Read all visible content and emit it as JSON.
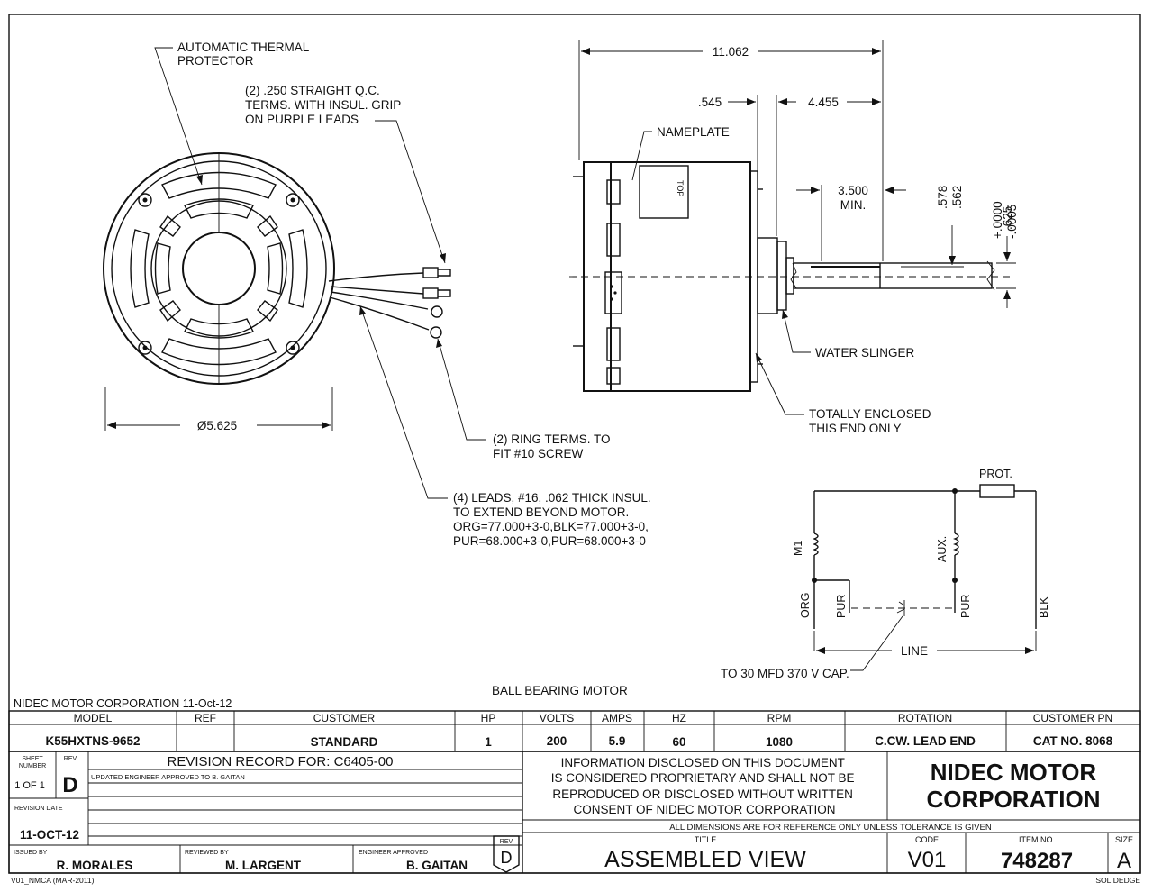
{
  "drawing": {
    "thermal_protector": [
      "AUTOMATIC THERMAL",
      "PROTECTOR"
    ],
    "qc_terms": [
      "(2) .250 STRAIGHT Q.C.",
      "TERMS. WITH INSUL. GRIP",
      "ON PURPLE LEADS"
    ],
    "diameter": "Ø5.625",
    "ring_terms": [
      "(2) RING TERMS. TO",
      "FIT #10 SCREW"
    ],
    "leads": [
      "(4) LEADS, #16, .062 THICK INSUL.",
      "TO EXTEND BEYOND MOTOR.",
      "ORG=77.000+3-0,BLK=77.000+3-0,",
      "PUR=68.000+3-0,PUR=68.000+3-0"
    ],
    "dim_overall": "11.062",
    "dim_545": ".545",
    "dim_4455": "4.455",
    "dim_3500": [
      "3.500",
      "MIN."
    ],
    "dim_578": ".578",
    "dim_562": ".562",
    "dim_shaft": ".625",
    "dim_tol": [
      "+.0000",
      "-.0005"
    ],
    "nameplate": "NAMEPLATE",
    "top_label": "TOP",
    "water_slinger": "WATER SLINGER",
    "totally_enclosed": [
      "TOTALLY ENCLOSED",
      "THIS END ONLY"
    ],
    "ball_bearing": "BALL BEARING MOTOR"
  },
  "schematic": {
    "prot": "PROT.",
    "m1": "M1",
    "aux": "AUX.",
    "org": "ORG",
    "pur1": "PUR",
    "pur2": "PUR",
    "blk": "BLK",
    "line": "LINE",
    "cap": "TO 30 MFD 370 V CAP."
  },
  "title_block": {
    "company_date": "NIDEC MOTOR CORPORATION 11-Oct-12",
    "headers": {
      "model": "MODEL",
      "ref": "REF",
      "customer": "CUSTOMER",
      "hp": "HP",
      "volts": "VOLTS",
      "amps": "AMPS",
      "hz": "HZ",
      "rpm": "RPM",
      "rotation": "ROTATION",
      "customer_pn": "CUSTOMER PN"
    },
    "values": {
      "model": "K55HXTNS-9652",
      "ref": "",
      "customer": "STANDARD",
      "hp": "1",
      "volts": "200",
      "amps": "5.9",
      "hz": "60",
      "rpm": "1080",
      "rotation": "C.CW. LEAD END",
      "customer_pn": "CAT NO.  8068"
    },
    "sheet_label": [
      "SHEET",
      "NUMBER"
    ],
    "sheet_value": "1 OF 1",
    "rev_label": "REV",
    "rev_value": "D",
    "revision_record": "REVISION RECORD FOR: C6405-00",
    "revision_note": "UPDATED ENGINEER APPROVED TO B. GAITAN",
    "revision_date_label": "REVISION DATE",
    "revision_date": "11-OCT-12",
    "issued_by_label": "ISSUED BY",
    "issued_by": "R. MORALES",
    "reviewed_by_label": "REVIEWED BY",
    "reviewed_by": "M. LARGENT",
    "engineer_label": "ENGINEER APPROVED",
    "engineer": "B. GAITAN",
    "rev_box_label": "REV",
    "rev_box_value": "D",
    "disclaimer": [
      "INFORMATION DISCLOSED ON THIS DOCUMENT",
      "IS CONSIDERED PROPRIETARY AND SHALL NOT BE",
      "REPRODUCED OR DISCLOSED WITHOUT WRITTEN",
      "CONSENT OF NIDEC MOTOR CORPORATION"
    ],
    "company": [
      "NIDEC MOTOR",
      "CORPORATION"
    ],
    "dimensions_note": "ALL DIMENSIONS ARE FOR REFERENCE ONLY UNLESS TOLERANCE IS GIVEN",
    "title_label": "TITLE",
    "title": "ASSEMBLED VIEW",
    "code_label": "CODE",
    "code": "V01",
    "item_label": "ITEM NO.",
    "item": "748287",
    "size_label": "SIZE",
    "size": "A",
    "form": "V01_NMCA (MAR-2011)",
    "software": "SOLIDEDGE"
  }
}
